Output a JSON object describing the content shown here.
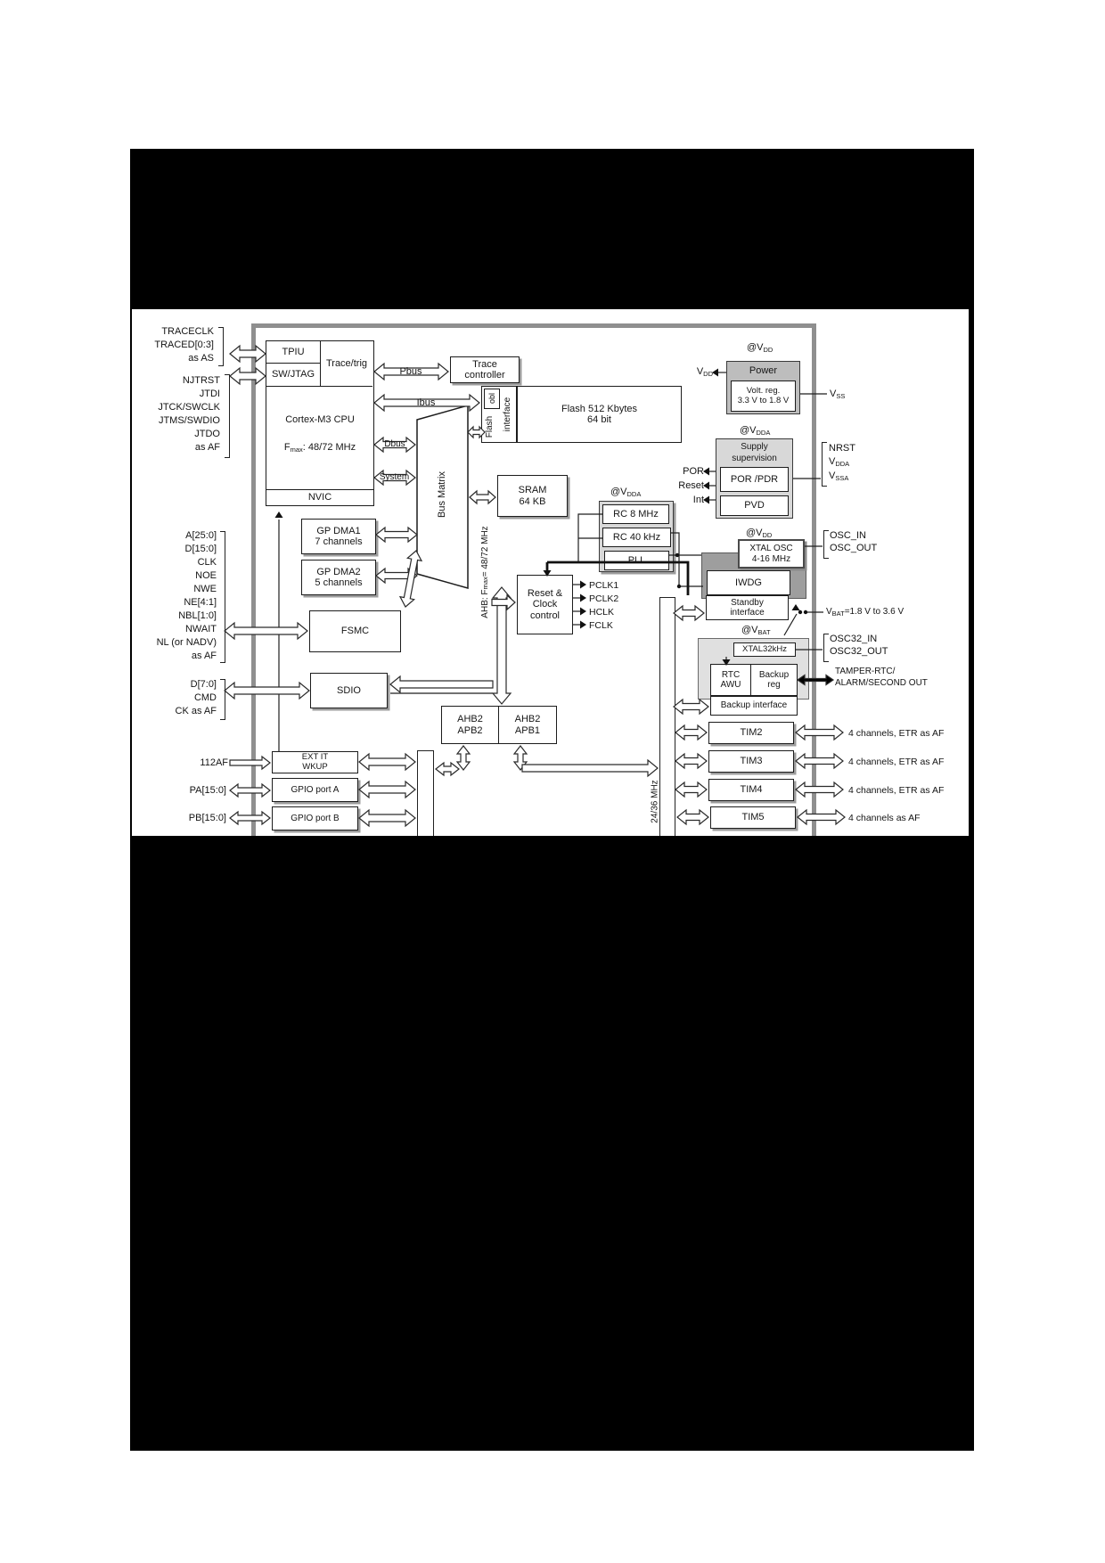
{
  "colors": {
    "redaction": "#000000",
    "mcu_frame": "#8f8f8f",
    "block_shadow": "#9c9c9c"
  },
  "figure": {
    "left": {
      "trace": [
        "TRACECLK",
        "TRACED[0:3]",
        "as AS"
      ],
      "jtag": [
        "NJTRST",
        "JTDI",
        "JTCK/SWCLK",
        "JTMS/SWDIO",
        "JTDO",
        "as AF"
      ],
      "fsmc": [
        "A[25:0]",
        "D[15:0]",
        "CLK",
        "NOE",
        "NWE",
        "NE[4:1]",
        "NBL[1:0]",
        "NWAIT",
        "NL (or NADV)",
        "as AF"
      ],
      "sdio": [
        "D[7:0]",
        "CMD",
        "CK as AF"
      ],
      "exti": "112AF",
      "porta": "PA[15:0]",
      "portb": "PB[15:0]"
    },
    "cpu": {
      "tpiu": "TPIU",
      "swjtag": "SW/JTAG",
      "trace_trig": "Trace/trig",
      "name": "Cortex-M3 CPU",
      "fmax_base": "F",
      "fmax_sub": "max",
      "fmax_rest": ": 48/72 MHz",
      "nvic": "NVIC"
    },
    "buses": {
      "pbus": "Pbus",
      "ibus": "Ibus",
      "dbus": "Dbus",
      "system": "System",
      "matrix": "Bus Matrix",
      "ahb_base": "AHB: F",
      "ahb_sub": "max",
      "ahb_rest": " = 48/72 MHz",
      "apb1_speed": "24/36 MHz"
    },
    "blocks": {
      "trace_ctrl_1": "Trace",
      "trace_ctrl_2": "controller",
      "obl": "obl",
      "flash_v": "Flash",
      "iface_v": "interface",
      "flash_1": "Flash 512 Kbytes",
      "flash_2": "64 bit",
      "sram_1": "SRAM",
      "sram_2": "64 KB",
      "dma1_1": "GP DMA1",
      "dma1_2": "7 channels",
      "dma2_1": "GP DMA2",
      "dma2_2": "5 channels",
      "fsmc": "FSMC",
      "sdio": "SDIO",
      "bridge2_1": "AHB2",
      "bridge2_2": "APB2",
      "bridge1_1": "AHB2",
      "bridge1_2": "APB1",
      "exti_1": "EXT IT",
      "exti_2": "WKUP",
      "gpioa": "GPIO port A",
      "gpiob": "GPIO port B"
    },
    "clock": {
      "reset_1": "Reset &",
      "reset_2": "Clock",
      "reset_3": "control",
      "outs": [
        "PCLK1",
        "PCLK2",
        "HCLK",
        "FCLK"
      ],
      "rc8": "RC 8 MHz",
      "rc40": "RC 40 kHz",
      "pll": "PLL",
      "xtal_1": "XTAL OSC",
      "xtal_2": "4-16 MHz",
      "xtal32": "XTAL32kHz"
    },
    "power": {
      "title": "Power",
      "vr_1": "Volt. reg.",
      "vr_2": "3.3 V to 1.8 V",
      "sup_1": "Supply",
      "sup_2": "supervision",
      "porpdr": "POR /PDR",
      "pvd": "PVD",
      "por": "POR",
      "reset": "Reset",
      "int": "Int",
      "iwdg": "IWDG",
      "stby_1": "Standby",
      "stby_2": "interface",
      "rtc_1": "RTC",
      "rtc_2": "AWU",
      "bkp_1": "Backup",
      "bkp_2": "reg",
      "bkp_if": "Backup interface"
    },
    "pins": {
      "at": "@V",
      "v": "V",
      "dd": "DD",
      "dda": "DDA",
      "ss": "SS",
      "ssa": "SSA",
      "bat": "BAT",
      "vbat_rest": "=1.8 V to 3.6 V",
      "nrst": "NRST",
      "oscin": "OSC_IN",
      "oscout": "OSC_OUT",
      "osc32in": "OSC32_IN",
      "osc32out": "OSC32_OUT",
      "tamper_1": "TAMPER-RTC/",
      "tamper_2": "ALARM/SECOND OUT"
    },
    "tim": {
      "t2": "TIM2",
      "t3": "TIM3",
      "t4": "TIM4",
      "t5": "TIM5",
      "ch_etr": "4 channels, ETR as AF",
      "ch": "4 channels as AF"
    }
  }
}
